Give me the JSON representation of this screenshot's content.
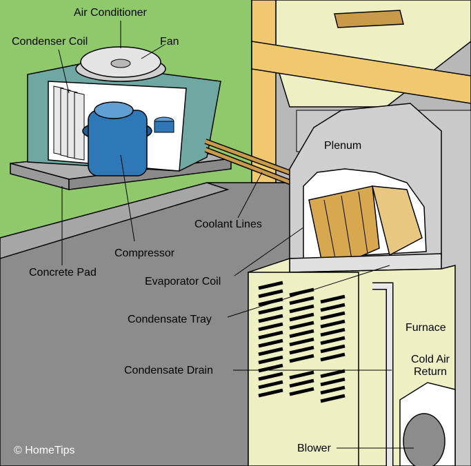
{
  "labels": {
    "air_conditioner": "Air Conditioner",
    "condenser_coil": "Condenser Coil",
    "fan": "Fan",
    "plenum": "Plenum",
    "coolant_lines": "Coolant Lines",
    "compressor": "Compressor",
    "concrete_pad": "Concrete Pad",
    "evaporator_coil": "Evaporator Coil",
    "condensate_tray": "Condensate Tray",
    "furnace": "Furnace",
    "cold_air_return": "Cold Air Return",
    "condensate_drain": "Condensate Drain",
    "blower": "Blower",
    "copyright": "© HomeTips"
  },
  "colors": {
    "outline": "#000000",
    "lawn": "#8fc96b",
    "floor": "#8c8c8c",
    "wall": "#a6a6a6",
    "joist": "#f0c870",
    "ac_cabinet": "#6fa7a2",
    "compressor_blue": "#2f78b8",
    "copper": "#c89a4a",
    "plenum_grey": "#cfcfcf",
    "furnace_cream": "#efefc4",
    "coil_gold": "#d8a850"
  }
}
